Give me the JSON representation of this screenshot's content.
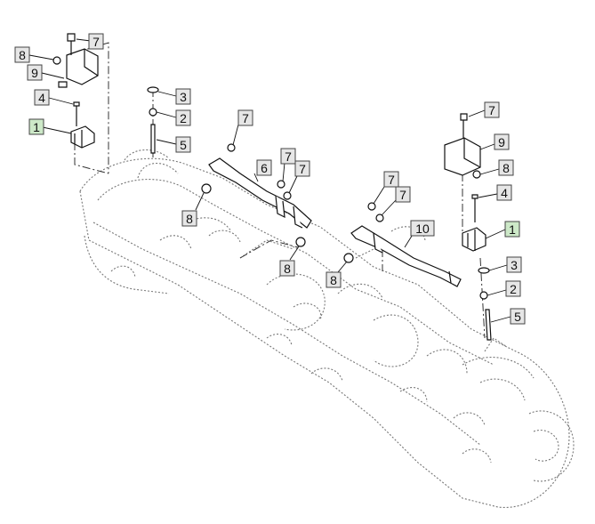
{
  "colors": {
    "callout_fill": "#e6e6e6",
    "callout_highlight": "#cde9c8",
    "line": "#111111",
    "ghost": "#777777"
  },
  "callouts": {
    "l_1": "1",
    "l_2": "2",
    "l_3": "3",
    "l_4": "4",
    "l_5": "5",
    "l_6": "6",
    "l_7": "7",
    "l_8": "8",
    "l_9": "9",
    "r_1": "1",
    "r_2": "2",
    "r_3": "3",
    "r_4": "4",
    "r_5": "5",
    "r_7": "7",
    "r_8": "8",
    "r_9": "9",
    "r_10": "10",
    "m_7a": "7",
    "m_7b": "7",
    "m_7c": "7",
    "m_7d": "7",
    "m_7e": "7",
    "m_8a": "8",
    "m_8b": "8",
    "m_8c": "8"
  }
}
